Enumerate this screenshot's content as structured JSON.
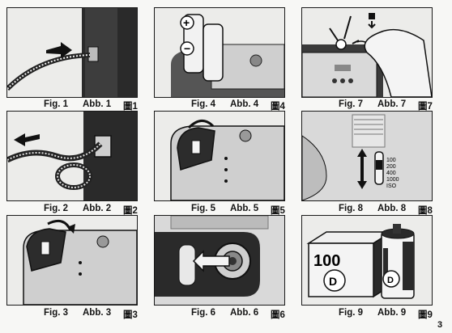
{
  "figures": [
    {
      "fig": "Fig. 1",
      "abb": "Abb. 1",
      "kanji": "圖1"
    },
    {
      "fig": "Fig. 4",
      "abb": "Abb. 4",
      "kanji": "圖4"
    },
    {
      "fig": "Fig. 7",
      "abb": "Abb. 7",
      "kanji": "圖7"
    },
    {
      "fig": "Fig. 2",
      "abb": "Abb. 2",
      "kanji": "圖2"
    },
    {
      "fig": "Fig. 5",
      "abb": "Abb. 5",
      "kanji": "圖5"
    },
    {
      "fig": "Fig. 8",
      "abb": "Abb. 8",
      "kanji": "圖8"
    },
    {
      "fig": "Fig. 3",
      "abb": "Abb. 3",
      "kanji": "圖3"
    },
    {
      "fig": "Fig. 6",
      "abb": "Abb. 6",
      "kanji": "圖6"
    },
    {
      "fig": "Fig. 9",
      "abb": "Abb. 9",
      "kanji": "圖9"
    }
  ],
  "film_speed_marks": [
    "100",
    "200",
    "400",
    "1000",
    "ISO"
  ],
  "film_box_text": "100",
  "page_number": "3"
}
